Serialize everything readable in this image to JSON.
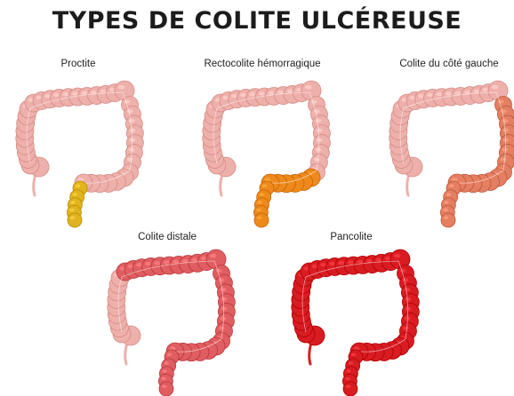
{
  "title": "TYPES DE COLITE ULCÉREUSE",
  "colors": {
    "healthy": "#eeb0aa",
    "healthy_edge": "#d48b86",
    "proctite": "#e0b41e",
    "rectocolite": "#ee8a1c",
    "cote_gauche": "#e57f62",
    "distale": "#e05e62",
    "pancolite": "#d81c22"
  },
  "panels": [
    {
      "label": "Proctite",
      "involved": "rectum",
      "color_key": "proctite"
    },
    {
      "label": "Rectocolite hémorragique",
      "involved": "sigmoid",
      "color_key": "rectocolite"
    },
    {
      "label": "Colite du côté gauche",
      "involved": "left",
      "color_key": "cote_gauche"
    },
    {
      "label": "Colite distale",
      "involved": "distal",
      "color_key": "distale"
    },
    {
      "label": "Pancolite",
      "involved": "all",
      "color_key": "pancolite"
    }
  ]
}
